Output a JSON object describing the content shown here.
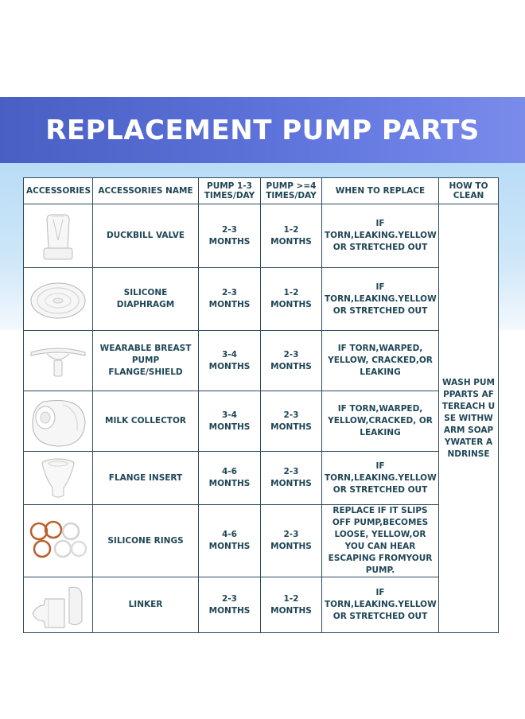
{
  "title": "REPLACEMENT PUMP PARTS",
  "headers": {
    "accessories": "ACCESSORIES",
    "name": "ACCESSORIES NAME",
    "pump_low": "PUMP 1-3 TIMES/DAY",
    "pump_high": "PUMP >=4 TIMES/DAY",
    "when": "WHEN TO REPLACE",
    "how": "HOW TO CLEAN"
  },
  "how_to_clean": "WASH PUMPPARTS AFTEREACH USE WITHWARM SOAPYWATER ANDRINSE",
  "rows": [
    {
      "name": "DUCKBILL VALVE",
      "low": "2-3 MONTHS",
      "high": "1-2 MONTHS",
      "when": "IF TORN,LEAKING.YELLOW OR STRETCHED OUT",
      "icon": "duckbill-valve-icon"
    },
    {
      "name": "SILICONE DIAPHRAGM",
      "low": "2-3 MONTHS",
      "high": "1-2 MONTHS",
      "when": "IF TORN,LEAKING.YELLOW OR STRETCHED OUT",
      "icon": "diaphragm-icon"
    },
    {
      "name": "WEARABLE BREAST PUMP FLANGE/SHIELD",
      "low": "3-4 MONTHS",
      "high": "2-3 MONTHS",
      "when": "IF TORN,WARPED, YELLOW, CRACKED,OR LEAKING",
      "icon": "flange-icon"
    },
    {
      "name": "MILK COLLECTOR",
      "low": "3-4 MONTHS",
      "high": "2-3 MONTHS",
      "when": "IF TORN,WARPED, YELLOW,CRACKED, OR LEAKING",
      "icon": "milk-collector-icon"
    },
    {
      "name": "FLANGE INSERT",
      "low": "4-6 MONTHS",
      "high": "2-3 MONTHS",
      "when": "IF TORN,LEAKING.YELLOW OR STRETCHED OUT",
      "icon": "flange-insert-icon"
    },
    {
      "name": "SILICONE RINGS",
      "low": "4-6 MONTHS",
      "high": "2-3 MONTHS",
      "when": "REPLACE IF IT SLIPS OFF PUMP,BECOMES LOOSE, YELLOW,OR YOU CAN HEAR ESCAPING FROMYOUR PUMP.",
      "icon": "silicone-rings-icon"
    },
    {
      "name": "LINKER",
      "low": "2-3 MONTHS",
      "high": "1-2 MONTHS",
      "when": "IF TORN,LEAKING.YELLOW OR STRETCHED OUT",
      "icon": "linker-icon"
    }
  ]
}
